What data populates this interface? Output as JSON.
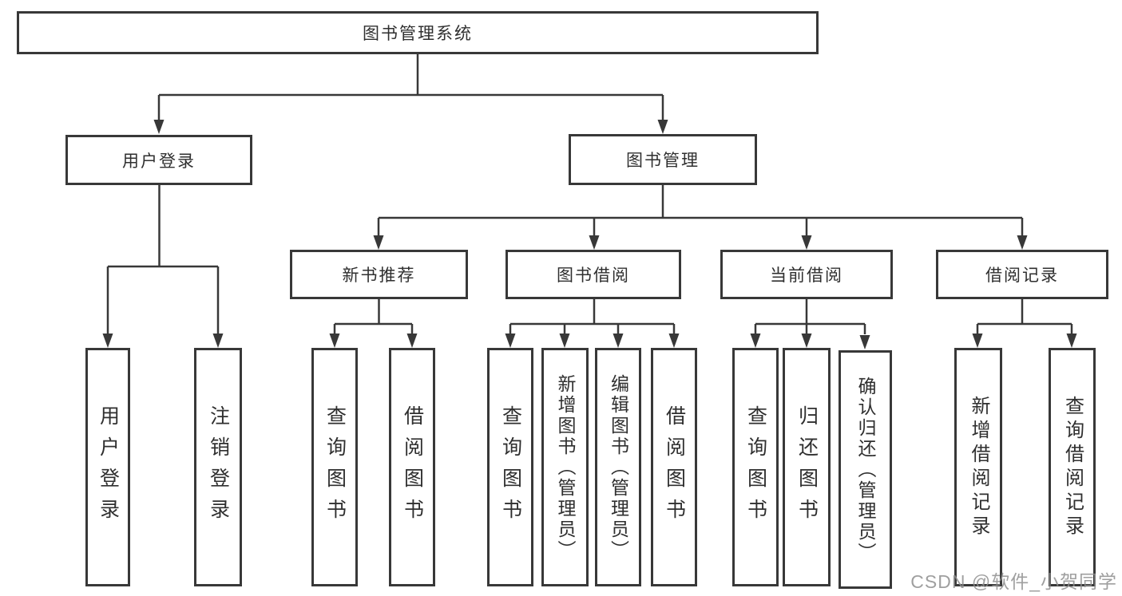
{
  "diagram": {
    "root": {
      "label": "图书管理系统"
    },
    "branches": [
      {
        "label": "用户登录",
        "children": [
          {
            "label": "用户登录"
          },
          {
            "label": "注销登录"
          }
        ]
      },
      {
        "label": "图书管理",
        "children": [
          {
            "label": "新书推荐",
            "children": [
              {
                "label": "查询图书"
              },
              {
                "label": "借阅图书"
              }
            ]
          },
          {
            "label": "图书借阅",
            "children": [
              {
                "label": "查询图书"
              },
              {
                "label": "新增图书（管理员）"
              },
              {
                "label": "编辑图书（管理员）"
              },
              {
                "label": "借阅图书"
              }
            ]
          },
          {
            "label": "当前借阅",
            "children": [
              {
                "label": "查询图书"
              },
              {
                "label": "归还图书"
              },
              {
                "label": "确认归还（管理员）"
              }
            ]
          },
          {
            "label": "借阅记录",
            "children": [
              {
                "label": "新增借阅记录"
              },
              {
                "label": "查询借阅记录"
              }
            ]
          }
        ]
      }
    ]
  },
  "watermark": {
    "text": "CSDN @软件_小贺同学"
  },
  "colors": {
    "line": "#383838",
    "text": "#2f2f2f",
    "watermark": "#8f8f8f",
    "background": "#ffffff"
  }
}
